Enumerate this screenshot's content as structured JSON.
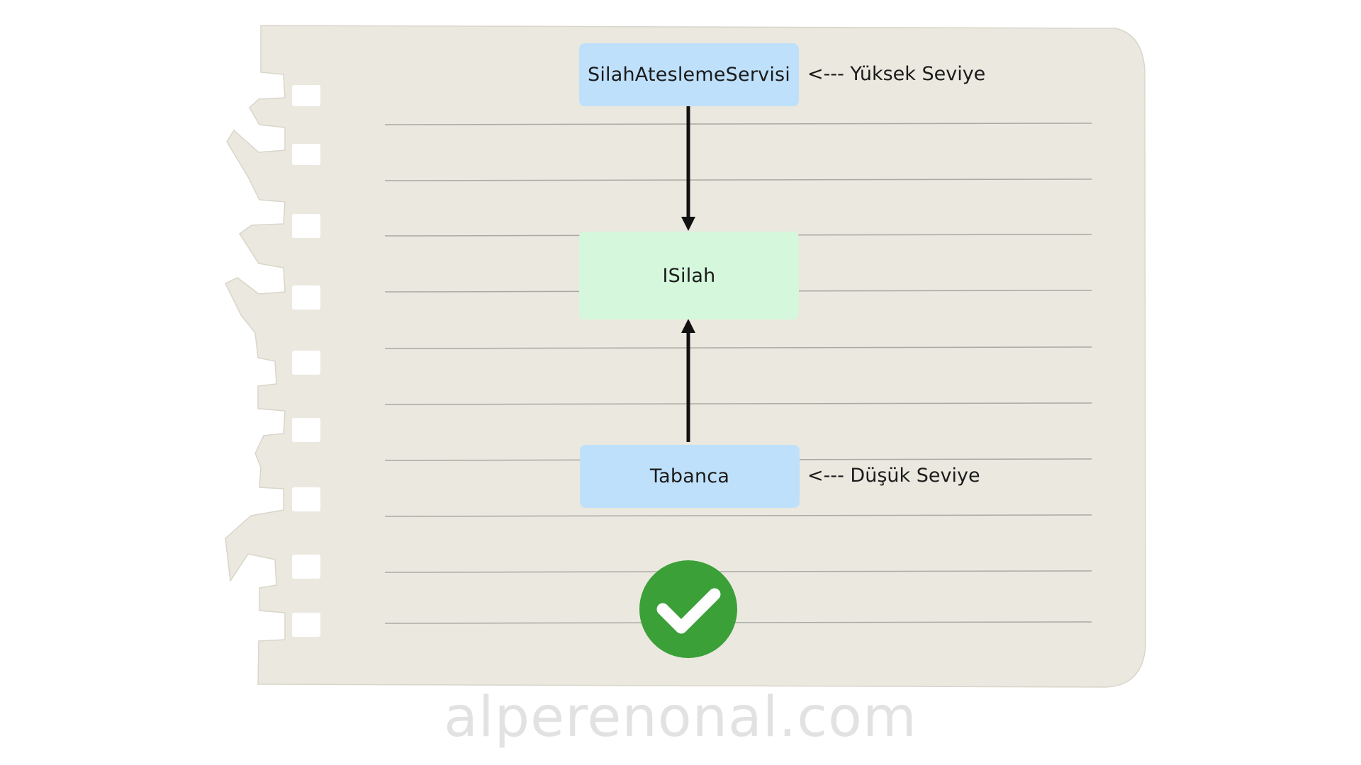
{
  "diagram": {
    "nodes": {
      "top": "SilahAteslemeServisi",
      "middle": "ISilah",
      "bottom": "Tabanca"
    },
    "labels": {
      "high": "<--- Yüksek Seviye",
      "low": "<--- Düşük Seviye"
    },
    "edges": [
      {
        "from": "SilahAteslemeServisi",
        "to": "ISilah"
      },
      {
        "from": "Tabanca",
        "to": "ISilah"
      }
    ],
    "status_icon": "check-icon",
    "colors": {
      "paper": "#ebe8df",
      "high_level_node": "#bfe0fb",
      "interface_node": "#d5f8dc",
      "check_circle": "#3aa037"
    }
  },
  "watermark": "alperenonal.com"
}
